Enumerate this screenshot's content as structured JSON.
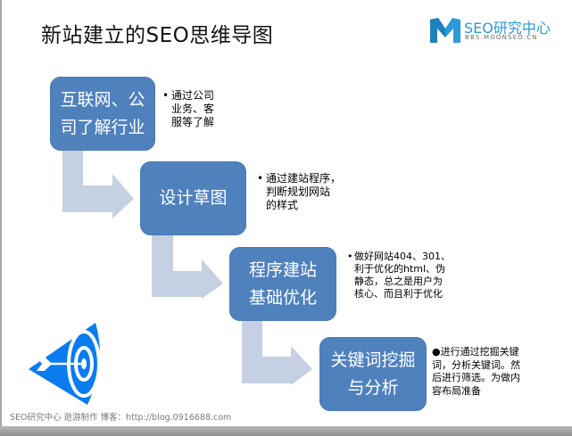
{
  "slide": {
    "title": "新站建立的SEO思维导图",
    "logo": {
      "icon": "moonseo-m-logo",
      "name": "SEO研究中心",
      "subtitle": "BBS.MOONSEO.CN",
      "color": "#2b9ad6"
    },
    "steps": [
      {
        "label_line1": "互联网、公",
        "label_line2": "司了解行业",
        "note_bullet": "•",
        "note_lines": [
          "通过公司",
          "业务、客",
          "服等了解"
        ]
      },
      {
        "label_line1": "设计草图",
        "label_line2": "",
        "note_bullet": "•",
        "note_lines": [
          "通过建站程序，",
          "判断规划网站",
          "的样式"
        ]
      },
      {
        "label_line1": "程序建站",
        "label_line2": "基础优化",
        "note_bullet": "•",
        "note_lines": [
          "做好网站404、301、",
          "利于优化的html、伪",
          "静态，总之是用户为",
          "核心、而且利于优化"
        ]
      },
      {
        "label_line1": "关键词挖掘",
        "label_line2": "与分析",
        "note_bullet": "●",
        "note_lines": [
          "进行通过挖掘关键",
          "词，分析关键词。然",
          "后进行筛选。为做内",
          "容布局准备"
        ]
      }
    ],
    "decoration": {
      "icon": "target-arrow-icon",
      "color": "#0a7cf0"
    },
    "footer": "SEO研究中心 逖游制作 博客：http://blog.0916688.com",
    "colors": {
      "box": "#4f81bd",
      "arrow": "#c5d0e2",
      "text": "#000000"
    }
  }
}
